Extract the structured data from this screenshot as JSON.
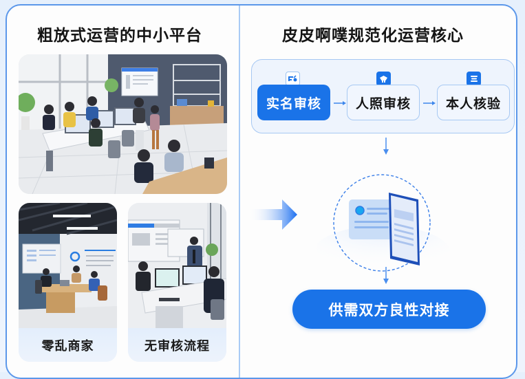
{
  "left_panel": {
    "title": "粗放式运营的中小平台",
    "main_illustration": "office-scene",
    "tiles": [
      {
        "label": "零乱商家",
        "illustration": "meeting-room-scene"
      },
      {
        "label": "无审核流程",
        "illustration": "workstation-scene"
      }
    ]
  },
  "transition_arrow": "right-arrow-icon",
  "right_panel": {
    "title": "皮皮啊噗规范化运营核心",
    "steps": [
      {
        "label": "实名审核",
        "icon": "id-edit-icon",
        "active": true
      },
      {
        "label": "人照审核",
        "icon": "face-shield-icon",
        "active": false
      },
      {
        "label": "本人核验",
        "icon": "list-doc-icon",
        "active": false
      }
    ],
    "center_illustration": "id-card-phone-verification",
    "result_label": "供需双方良性对接"
  },
  "colors": {
    "accent": "#1a73e8",
    "border": "#5b97ea",
    "light_border": "#a6c8f3",
    "panel_bg": "#eef4fd"
  }
}
